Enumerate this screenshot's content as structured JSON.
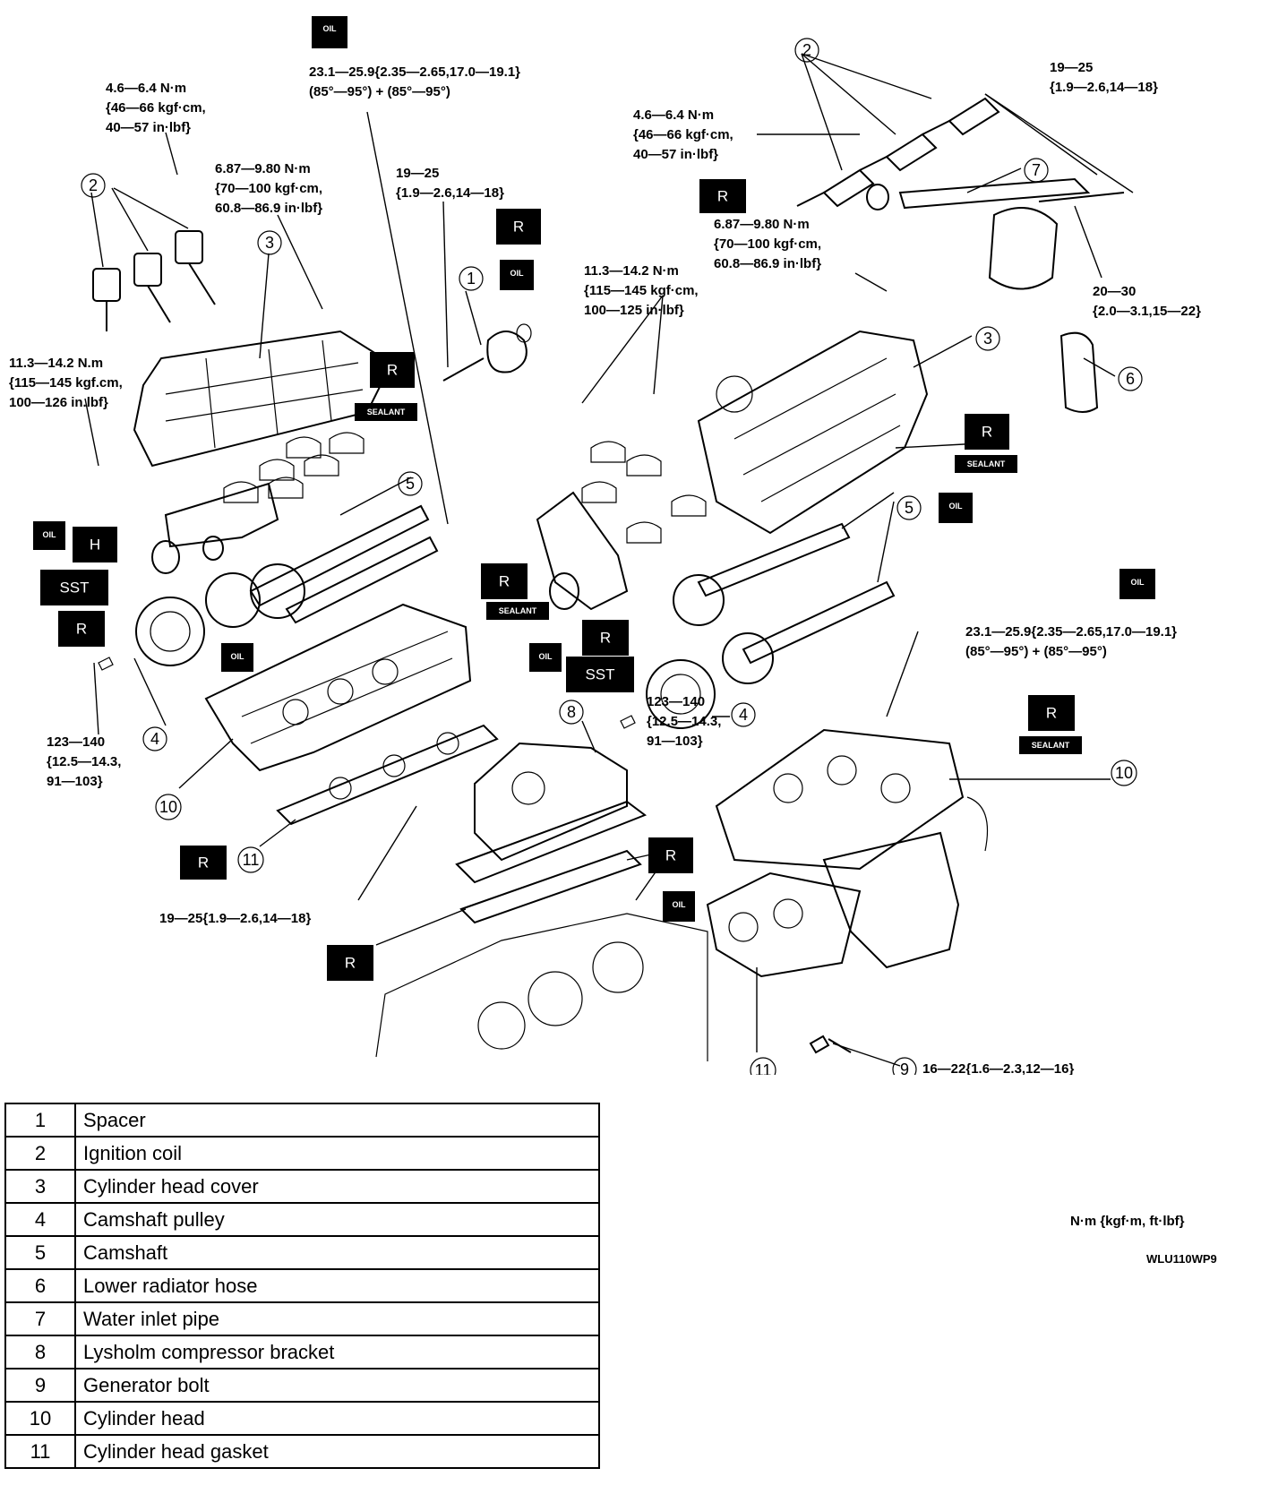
{
  "specs": {
    "s_top_center": [
      "23.1—25.9{2.35—2.65,17.0—19.1}",
      "(85°—95°) + (85°—95°)"
    ],
    "s_left_coil": [
      "4.6—6.4 N·m",
      "{46—66 kgf·cm,",
      "40—57 in·lbf}"
    ],
    "s_left_cover": [
      "6.87—9.80 N·m",
      "{70—100 kgf·cm,",
      "60.8—86.9 in·lbf}"
    ],
    "s_left_spacer": [
      "19—25",
      "{1.9—2.6,14—18}"
    ],
    "s_left_head": [
      "11.3—14.2 N.m",
      "{115—145 kgf.cm,",
      "100—126 in.lbf}"
    ],
    "s_right_coil": [
      "4.6—6.4 N·m",
      "{46—66 kgf·cm,",
      "40—57 in·lbf}"
    ],
    "s_right_top": [
      "19—25",
      "{1.9—2.6,14—18}"
    ],
    "s_right_cover": [
      "6.87—9.80 N·m",
      "{70—100 kgf·cm,",
      "60.8—86.9 in·lbf}"
    ],
    "s_center_cap": [
      "11.3—14.2 N·m",
      "{115—145 kgf·cm,",
      "100—125 in·lbf}"
    ],
    "s_water": [
      "20—30",
      "{2.0—3.1,15—22}"
    ],
    "s_right_head": [
      "23.1—25.9{2.35—2.65,17.0—19.1}",
      "(85°—95°) + (85°—95°)"
    ],
    "s_left_pulley": [
      "123—140",
      "{12.5—14.3,",
      "91—103}"
    ],
    "s_right_pulley": [
      "123—140",
      "{12.5—14.3,",
      "91—103}"
    ],
    "s_bracket": "19—25{1.9—2.6,14—18}",
    "s_generator": "16—22{1.6—2.3,12—16}"
  },
  "badges": {
    "r": "R",
    "h": "H",
    "sst": "SST",
    "oil": "OIL",
    "sealant": "SEALANT"
  },
  "legend": [
    {
      "num": "1",
      "name": "Spacer"
    },
    {
      "num": "2",
      "name": "Ignition coil"
    },
    {
      "num": "3",
      "name": "Cylinder head cover"
    },
    {
      "num": "4",
      "name": "Camshaft pulley"
    },
    {
      "num": "5",
      "name": "Camshaft"
    },
    {
      "num": "6",
      "name": "Lower radiator hose"
    },
    {
      "num": "7",
      "name": "Water inlet pipe"
    },
    {
      "num": "8",
      "name": "Lysholm compressor bracket"
    },
    {
      "num": "9",
      "name": "Generator bolt"
    },
    {
      "num": "10",
      "name": "Cylinder head"
    },
    {
      "num": "11",
      "name": "Cylinder head gasket"
    }
  ],
  "units_note": "N·m {kgf·m, ft·lbf}",
  "figure_code": "WLU110WP9"
}
